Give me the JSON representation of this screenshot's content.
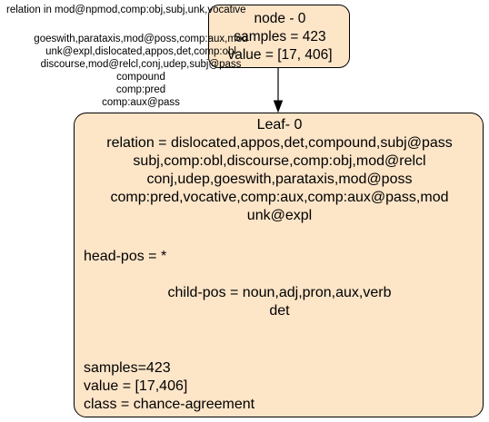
{
  "root_node": {
    "title": "node - 0",
    "samples": "samples = 423",
    "value": "value = [17, 406]"
  },
  "edge": {
    "condition": "relation in mod@npmod,comp:obj,subj,unk,vocative",
    "label_lines": [
      "goeswith,parataxis,mod@poss,comp:aux,mod",
      "unk@expl,dislocated,appos,det,comp:obl",
      "discourse,mod@relcl,conj,udep,subj@pass",
      "compound",
      "comp:pred",
      "comp:aux@pass"
    ]
  },
  "leaf_node": {
    "title": "Leaf- 0",
    "relation_lines": [
      "relation = dislocated,appos,det,compound,subj@pass",
      "subj,comp:obl,discourse,comp:obj,mod@relcl",
      "conj,udep,goeswith,parataxis,mod@poss",
      "comp:pred,vocative,comp:aux,comp:aux@pass,mod",
      "unk@expl"
    ],
    "head_pos": "head-pos = *",
    "child_pos_lines": [
      "child-pos = noun,adj,pron,aux,verb",
      "det"
    ],
    "samples": "samples=423",
    "value": "value = [17,406]",
    "class": "class = chance-agreement"
  }
}
